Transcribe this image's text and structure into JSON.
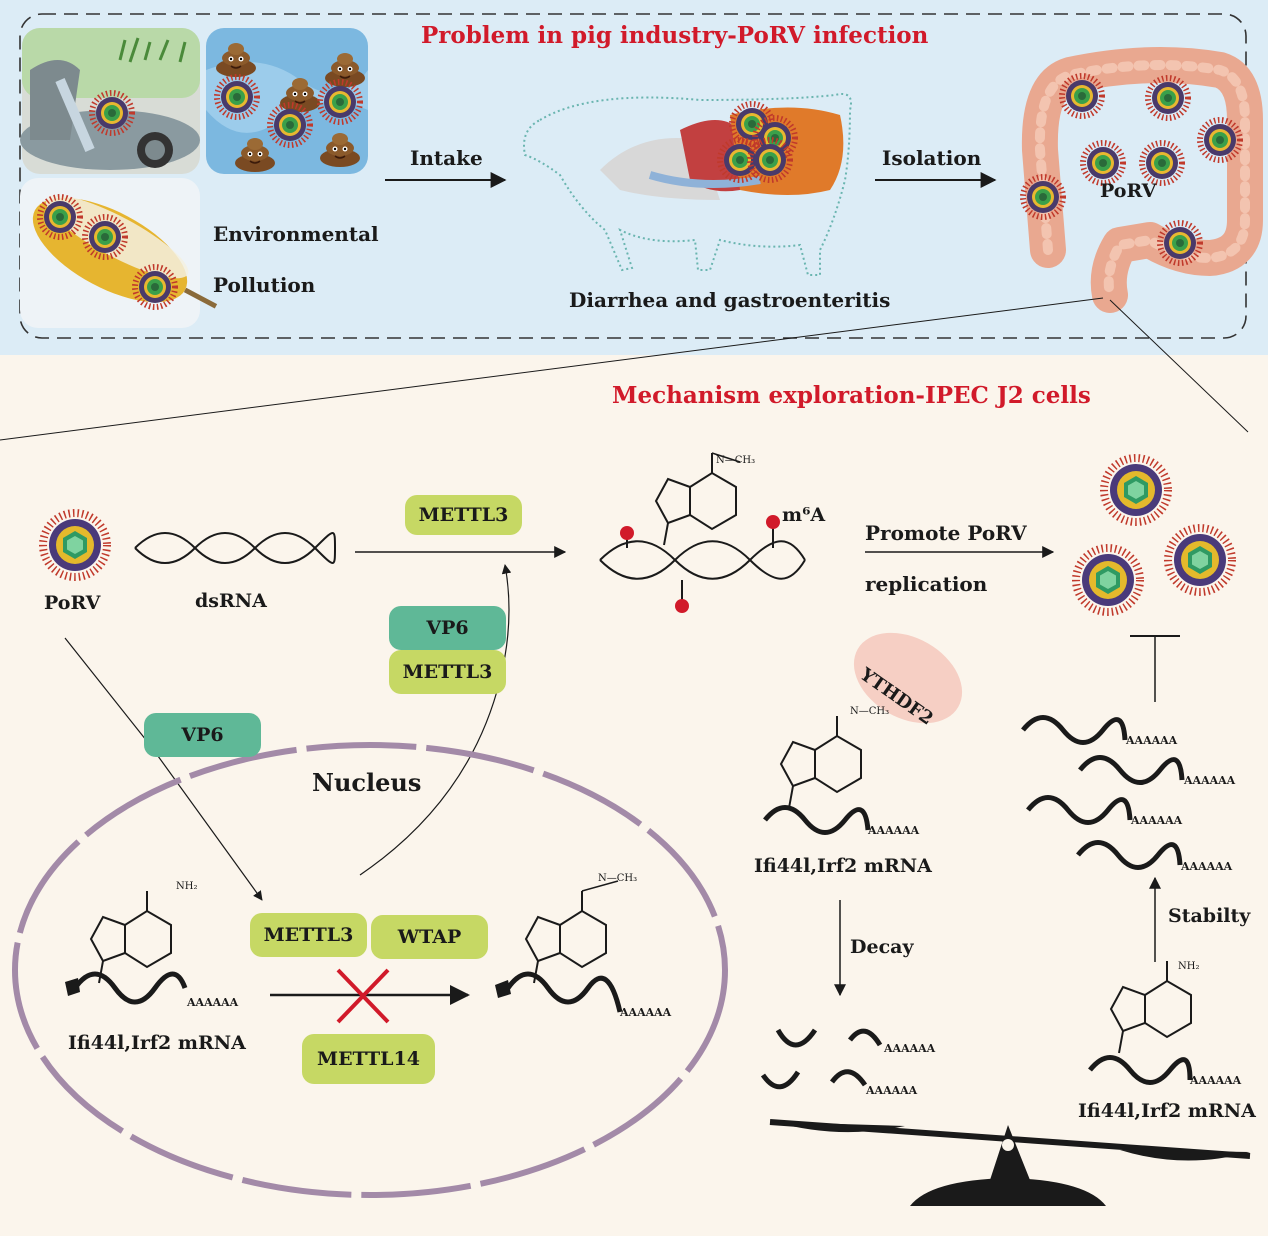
{
  "top": {
    "title": "Problem in pig industry-PoRV infection",
    "environmental": "Environmental",
    "pollution": "Pollution",
    "intake": "Intake",
    "diarrhea": "Diarrhea and gastroenteritis",
    "isolation": "Isolation",
    "porv_intestine": "PoRV"
  },
  "bottom": {
    "title": "Mechanism exploration-IPEC J2 cells",
    "porv": "PoRV",
    "dsrna": "dsRNA",
    "m6a": "m⁶A",
    "promote": "Promote PoRV",
    "replication": "replication",
    "nucleus": "Nucleus",
    "mrna_left": "Ifi44l,Irf2 mRNA",
    "mrna_mid": "Ifi44l,Irf2 mRNA",
    "mrna_right": "Ifi44l,Irf2 mRNA",
    "decay": "Decay",
    "stability": "Stabilty",
    "ythdf2": "YTHDF2",
    "polyA": "AAAAAA",
    "nh2": "NH₂",
    "nhch3": "N—CH₃"
  },
  "pills": {
    "mettl3_top": "METTL3",
    "vp6_mid": "VP6",
    "mettl3_mid": "METTL3",
    "vp6_nuc": "VP6",
    "mettl3_nuc": "METTL3",
    "wtap": "WTAP",
    "mettl14": "METTL14"
  },
  "colors": {
    "top_bg": "#dcecf6",
    "bottom_bg": "#fbf5ec",
    "title_red": "#d11a2a",
    "lime": "#c6d864",
    "teal": "#5fb897",
    "intestine": "#e9a890",
    "nucleus": "#a38aa8"
  }
}
